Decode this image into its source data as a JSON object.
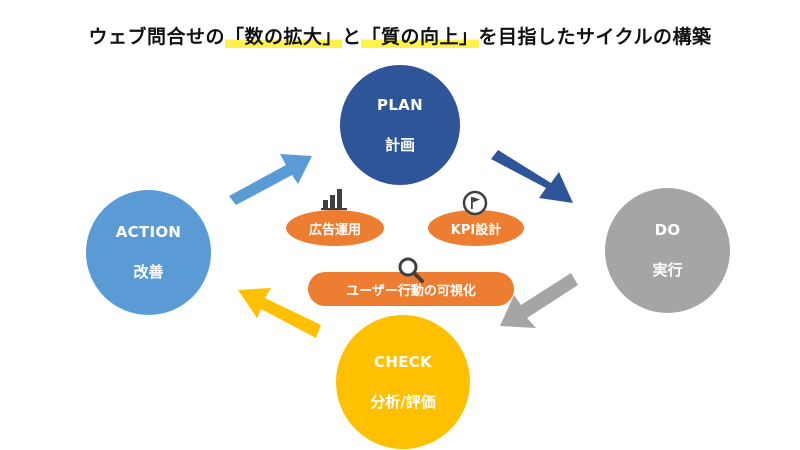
{
  "title": {
    "prefix": "ウェブ問合せの",
    "part1": "「数の拡大」",
    "middle": "と",
    "part2": "「質の向上」",
    "suffix": "を目指したサイクルの構築"
  },
  "stages": {
    "plan": {
      "en": "PLAN",
      "ja": "計画",
      "color": "#2e5597"
    },
    "do": {
      "en": "DO",
      "ja": "実行",
      "color": "#a5a5a5"
    },
    "check": {
      "en": "CHECK",
      "ja": "分析/評価",
      "color": "#ffc000"
    },
    "action": {
      "en": "ACTION",
      "ja": "改善",
      "color": "#5b9bd5"
    }
  },
  "tags": {
    "ads": {
      "label": "広告運用",
      "icon": "bar-chart-icon"
    },
    "kpi": {
      "label": "KPI設計",
      "icon": "flag-icon"
    },
    "visual": {
      "label": "ユーザー行動の可視化",
      "icon": "magnifier-icon"
    }
  },
  "colors": {
    "tag": "#ed7d31",
    "highlight": "#fff24a"
  }
}
